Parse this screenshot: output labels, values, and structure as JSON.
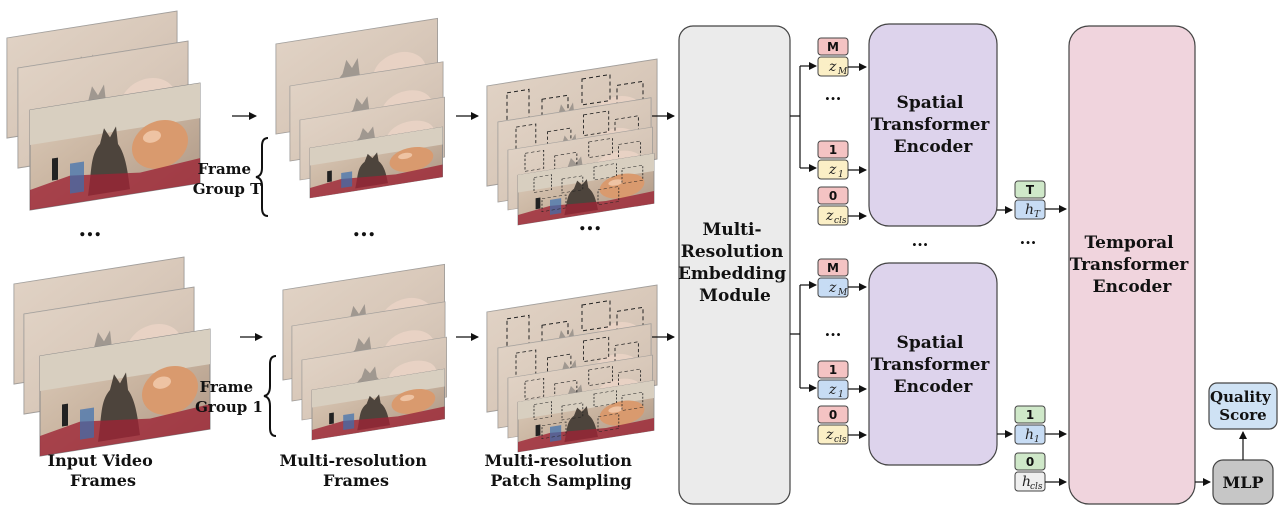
{
  "columns": {
    "input": [
      "Input Video",
      "Frames"
    ],
    "multires": [
      "Multi-resolution",
      "Frames"
    ],
    "patch": [
      "Multi-resolution",
      "Patch Sampling"
    ]
  },
  "groups": {
    "top": [
      "Frame",
      "Group T"
    ],
    "bottom": [
      "Frame",
      "Group 1"
    ]
  },
  "modules": {
    "embedding": [
      "Multi-",
      "Resolution",
      "Embedding",
      "Module"
    ],
    "spatial": [
      "Spatial",
      "Transformer",
      "Encoder"
    ],
    "temporal": [
      "Temporal",
      "Transformer",
      "Encoder"
    ],
    "mlp": "MLP",
    "quality": [
      "Quality",
      "Score"
    ]
  },
  "badges": {
    "m": "M",
    "one": "1",
    "zero": "0",
    "t": "T"
  },
  "tokens": {
    "zM": "z",
    "zM_sub": "M",
    "z1": "z",
    "z1_sub": "1",
    "zcls": "z",
    "zcls_sub": "cls",
    "hT": "h",
    "hT_sub": "T",
    "h1": "h",
    "h1_sub": "1",
    "hcls": "h",
    "hcls_sub": "cls"
  },
  "ellipsis": "...",
  "colors": {
    "embedding_fill": "#ebebeb",
    "spatial_fill": "#ddd3ec",
    "temporal_fill": "#f0d4dd",
    "mlp_fill": "#c6c6c6",
    "quality_fill": "#cfe2f4",
    "badge_red": "#f4c3c3",
    "badge_green": "#cfe8c9",
    "token_yellow": "#fbefc6",
    "token_blue": "#c7dcf4",
    "token_gray": "#efefef"
  }
}
